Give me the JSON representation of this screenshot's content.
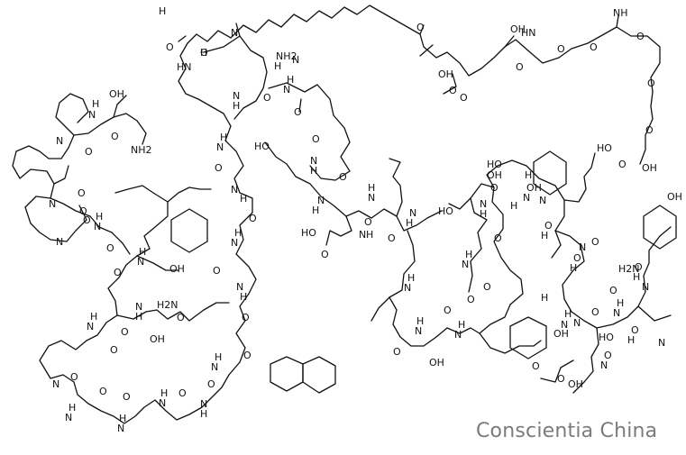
{
  "watermark": "Conscientia China",
  "atom_labels": [
    "OH",
    "H",
    "N",
    "O",
    "NH2",
    "O",
    "N",
    "O",
    "N",
    "O",
    "N",
    "O",
    "H",
    "N",
    "O",
    "H",
    "N",
    "O",
    "OH",
    "N",
    "H",
    "O",
    "H",
    "N",
    "O",
    "OH",
    "N",
    "H",
    "N",
    "O",
    "O",
    "H",
    "N",
    "O",
    "H",
    "N",
    "O",
    "H2N",
    "O",
    "N",
    "H",
    "O",
    "H",
    "N",
    "O",
    "O",
    "N",
    "H",
    "O",
    "H",
    "N",
    "O",
    "N",
    "H",
    "H",
    "N",
    "O",
    "N",
    "H",
    "HN",
    "O",
    "H",
    "N",
    "O",
    "H",
    "N",
    "O",
    "HO",
    "O",
    "N",
    "H",
    "O",
    "N",
    "H",
    "H",
    "N",
    "O",
    "N",
    "H",
    "O",
    "O",
    "N",
    "H",
    "H",
    "N",
    "HO",
    "O",
    "OH",
    "H",
    "N",
    "O",
    "H",
    "N",
    "HO",
    "OH",
    "O",
    "H",
    "N",
    "O",
    "O",
    "N",
    "H",
    "H2N",
    "O",
    "H",
    "N",
    "O",
    "H",
    "N",
    "N",
    "H",
    "O",
    "H",
    "N",
    "O",
    "H",
    "N",
    "O",
    "OH",
    "N",
    "H",
    "O",
    "H",
    "O",
    "OH",
    "O",
    "H",
    "N",
    "O",
    "H",
    "N",
    "O",
    "HO",
    "O",
    "N",
    "H",
    "O",
    "NH2",
    "H",
    "N",
    "O",
    "O",
    "OH",
    "O",
    "OH",
    "O",
    "O",
    "NH",
    "O",
    "HN",
    "O",
    "O",
    "O",
    "OH",
    "O",
    "OH",
    "HO",
    "OH",
    "HO",
    "O"
  ]
}
